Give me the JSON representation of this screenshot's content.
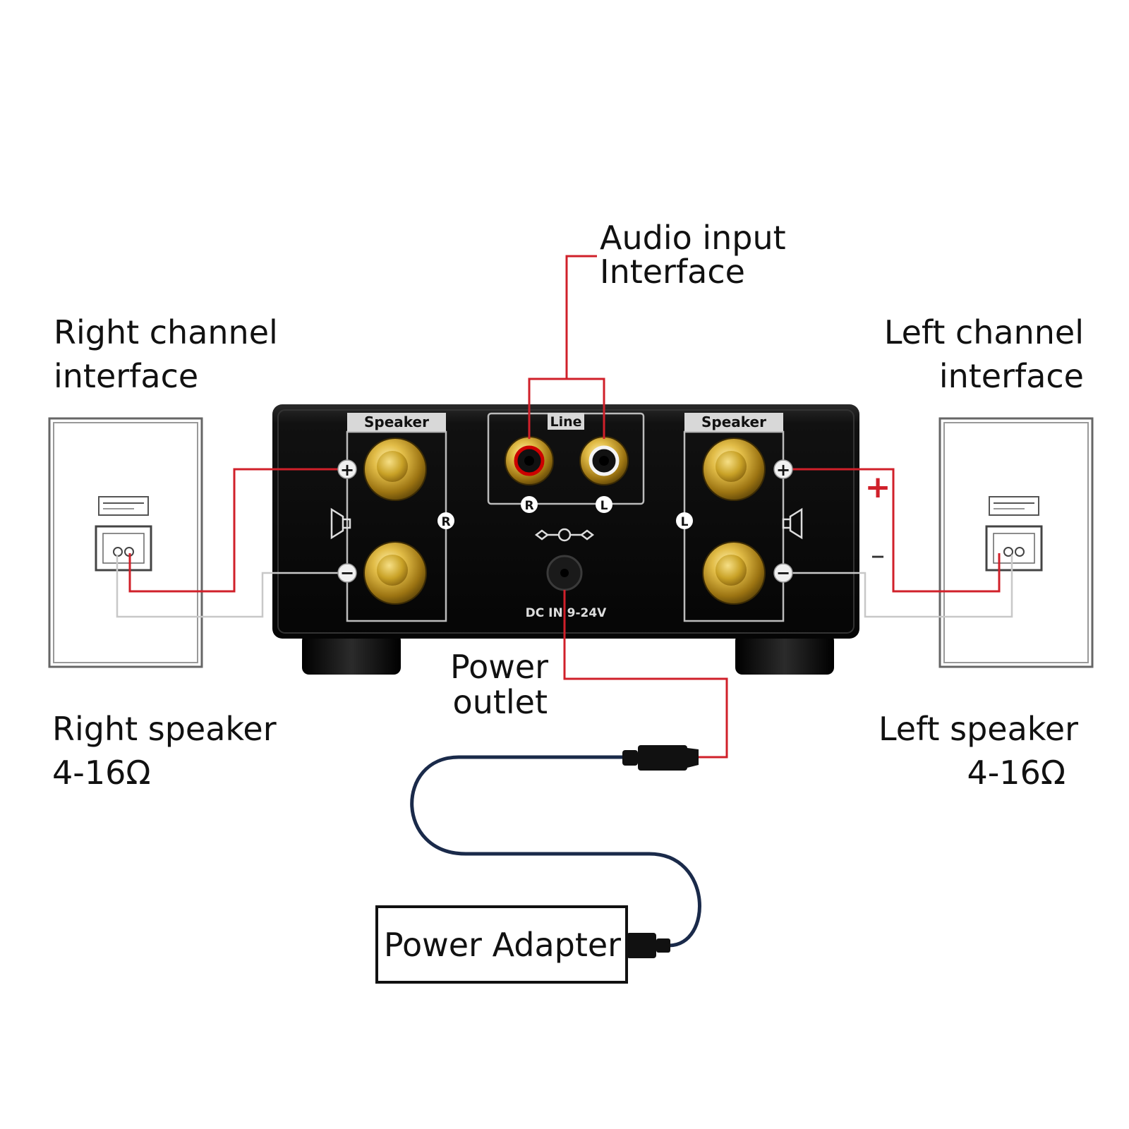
{
  "labels": {
    "audio_input": [
      "Audio input",
      "Interface"
    ],
    "right_channel": [
      "Right channel",
      "interface"
    ],
    "left_channel": [
      "Left channel",
      "interface"
    ],
    "right_speaker": [
      "Right speaker",
      "4-16Ω"
    ],
    "left_speaker": [
      "Left speaker",
      "4-16Ω"
    ],
    "power_outlet": [
      "Power",
      "outlet"
    ],
    "power_adapter": "Power Adapter"
  },
  "amplifier": {
    "left_panel_title": "Speaker",
    "right_panel_title": "Speaker",
    "line_panel_title": "Line",
    "rca_right": "R",
    "rca_left": "L",
    "channel_right": "R",
    "channel_left": "L",
    "dc_input": "DC IN 9-24V",
    "plus_symbol": "+",
    "minus_symbol": "−"
  },
  "polarity": {
    "plus": "+",
    "minus": "–"
  },
  "colors": {
    "wire_positive": "#d0202a",
    "wire_negative": "#c8c8c8",
    "cable": "#1a2a4a",
    "chassis": "#0c0c0c",
    "terminal_gold": "#c9a227"
  }
}
